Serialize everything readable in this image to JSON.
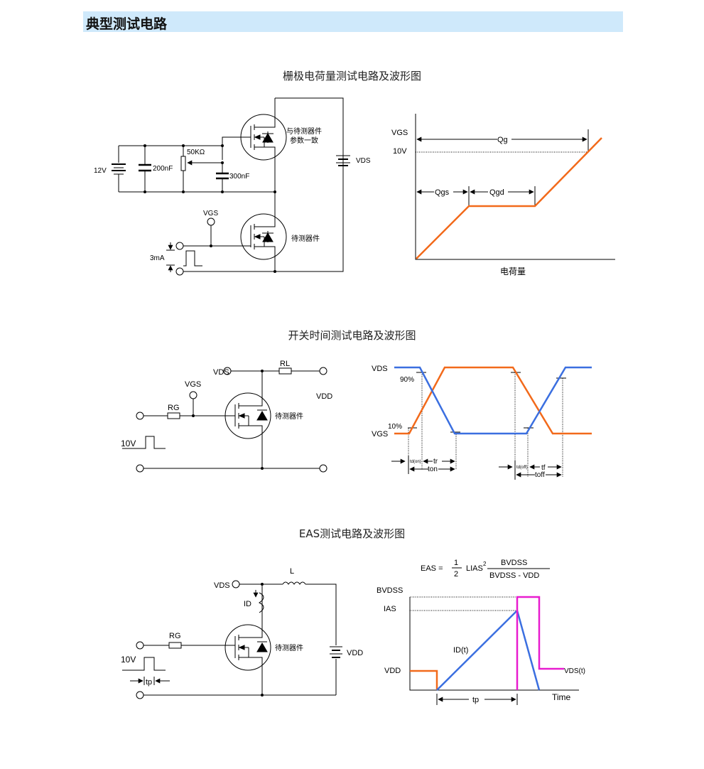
{
  "header": {
    "title": "典型测试电路"
  },
  "sections": {
    "gate_charge": {
      "title": "栅极电荷量测试电路及波形图",
      "circuit": {
        "v12": "12V",
        "c200": "200nF",
        "r50k": "50KΩ",
        "c300": "300nF",
        "vgs": "VGS",
        "dut_upper": [
          "与待测器件",
          "参数一致"
        ],
        "dut_lower": "待测器件",
        "ma3": "3mA",
        "vds": "VDS"
      },
      "waveform": {
        "vgs": "VGS",
        "v10": "10V",
        "qg": "Qg",
        "qgs": "Qgs",
        "qgd": "Qgd",
        "xlabel": "电荷量",
        "colors": {
          "line": "#f26a1b"
        }
      }
    },
    "switching": {
      "title": "开关时间测试电路及波形图",
      "circuit": {
        "vds": "VDS",
        "rl": "RL",
        "vgs": "VGS",
        "rg": "RG",
        "vdd": "VDD",
        "dut": "待测器件",
        "v10": "10V"
      },
      "waveform": {
        "vds": "VDS",
        "vgs": "VGS",
        "p90": "90%",
        "p10": "10%",
        "tdon": "td(on)",
        "tr": "tr",
        "ton": "ton",
        "tdoff": "td(off)",
        "tf": "tf",
        "toff": "toff",
        "colors": {
          "vds": "#3b6fe0",
          "vgs": "#f26a1b"
        }
      }
    },
    "eas": {
      "title": "EAS测试电路及波形图",
      "formula": {
        "lhs": "EAS =",
        "num": "1",
        "den": "2",
        "mid": "LIAS",
        "exp": "2",
        "frac_num": "BVDSS",
        "frac_den": "BVDSS - VDD"
      },
      "circuit": {
        "vds": "VDS",
        "l": "L",
        "id": "ID",
        "rg": "RG",
        "dut": "待测器件",
        "vdd": "VDD",
        "v10": "10V",
        "tp": "tp"
      },
      "waveform": {
        "bvdss": "BVDSS",
        "ias": "IAS",
        "id_t": "ID(t)",
        "vdd": "VDD",
        "vds_t": "VDS(t)",
        "tp": "tp",
        "time": "Time",
        "colors": {
          "vdd": "#f26a1b",
          "id": "#3b6fe0",
          "vds": "#e81ccf"
        }
      }
    }
  }
}
